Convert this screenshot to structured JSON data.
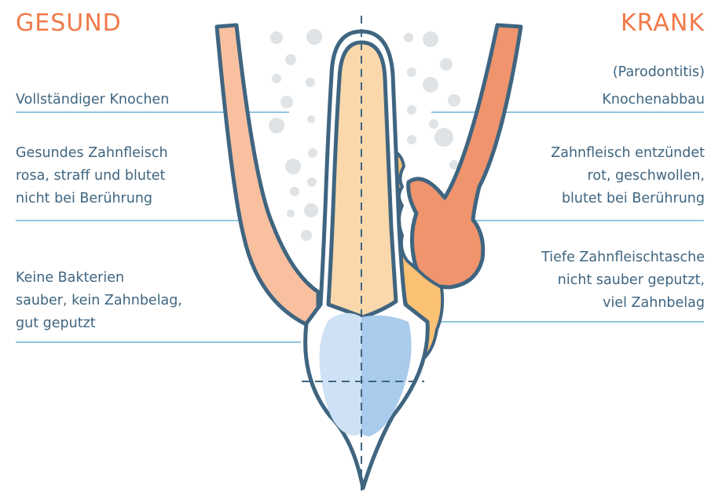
{
  "titles": {
    "healthy": "GESUND",
    "sick": "KRANK",
    "sick_sub": "(Parodontitis)"
  },
  "left_labels": [
    "Vollständiger Knochen",
    "Gesundes Zahnfleisch\nrosa, straff und blutet\nnicht bei Berührung",
    "Keine Bakterien\nsauber, kein Zahnbelag,\ngut geputzt"
  ],
  "right_labels": [
    "Knochenabbau",
    "Zahnfleisch entzündet\nrot, geschwollen,\nblutet bei Berührung",
    "Tiefe Zahnfleischtasche\nnicht sauber geputzt,\nviel Zahnbelag"
  ],
  "colors": {
    "accent": "#f07a4a",
    "text": "#3f6580",
    "outline": "#3f6580",
    "leader_line": "#6cb4d8",
    "healthy_gum": "#f9c0a0",
    "inflamed_gum": "#ef946d",
    "dentin": "#fad8ab",
    "plaque": "#fbc174",
    "pulp_light": "#cfe2f5",
    "pulp_dark": "#a9cbec",
    "bone_dots": "#dfe3e6"
  }
}
